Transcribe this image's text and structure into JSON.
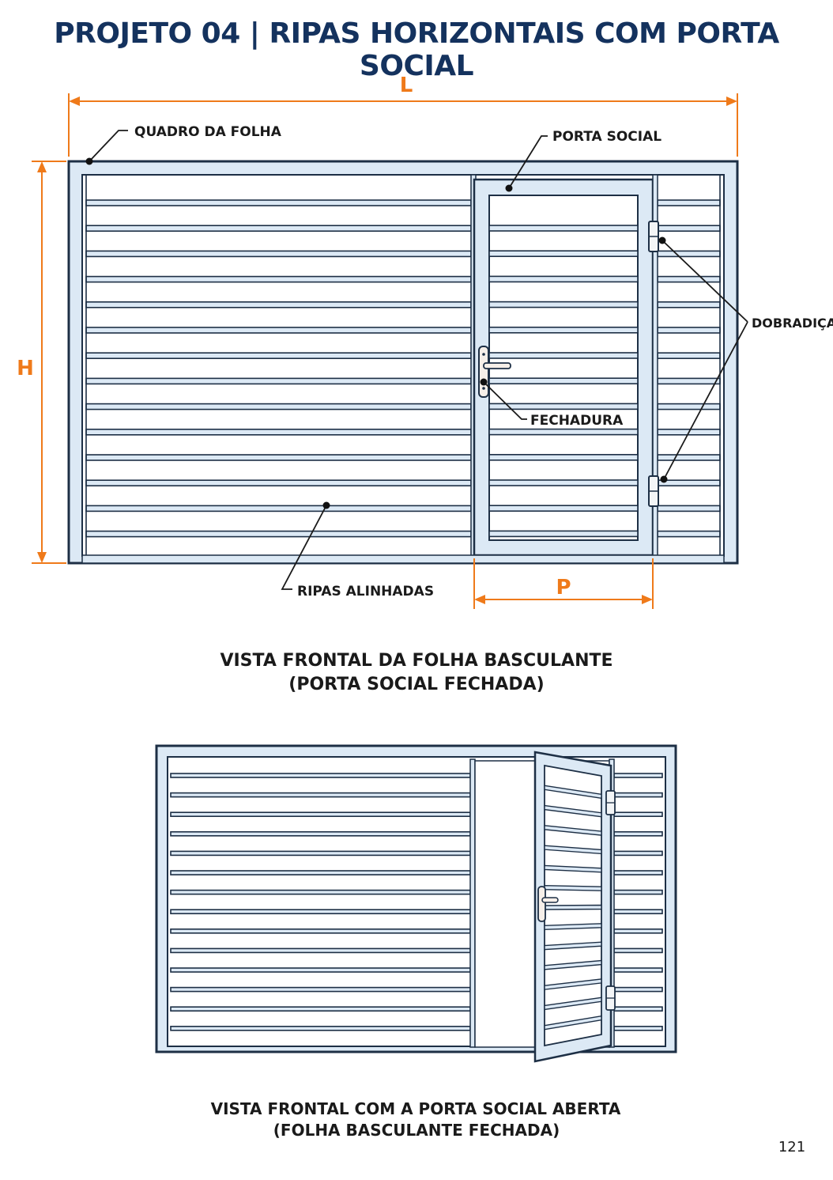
{
  "title": "PROJETO 04 | RIPAS HORIZONTAIS COM PORTA SOCIAL",
  "top_view": {
    "dimensions": {
      "width": "L",
      "height": "H",
      "door_width": "P"
    },
    "labels": {
      "frame": "QUADRO DA FOLHA",
      "door": "PORTA SOCIAL",
      "hinges": "DOBRADIÇAS",
      "lock": "FECHADURA",
      "slats": "RIPAS ALINHADAS"
    },
    "caption_line1": "VISTA FRONTAL DA FOLHA BASCULANTE",
    "caption_line2": "(PORTA SOCIAL FECHADA)"
  },
  "bottom_view": {
    "caption_line1": "VISTA FRONTAL COM A PORTA SOCIAL ABERTA",
    "caption_line2": "(FOLHA BASCULANTE FECHADA)"
  },
  "page_number": "121",
  "colors": {
    "title": "#14325e",
    "frame_fill": "#dce9f5",
    "outline": "#1d2f45",
    "dimension": "#ef7a1a",
    "text": "#1a1a1a"
  }
}
